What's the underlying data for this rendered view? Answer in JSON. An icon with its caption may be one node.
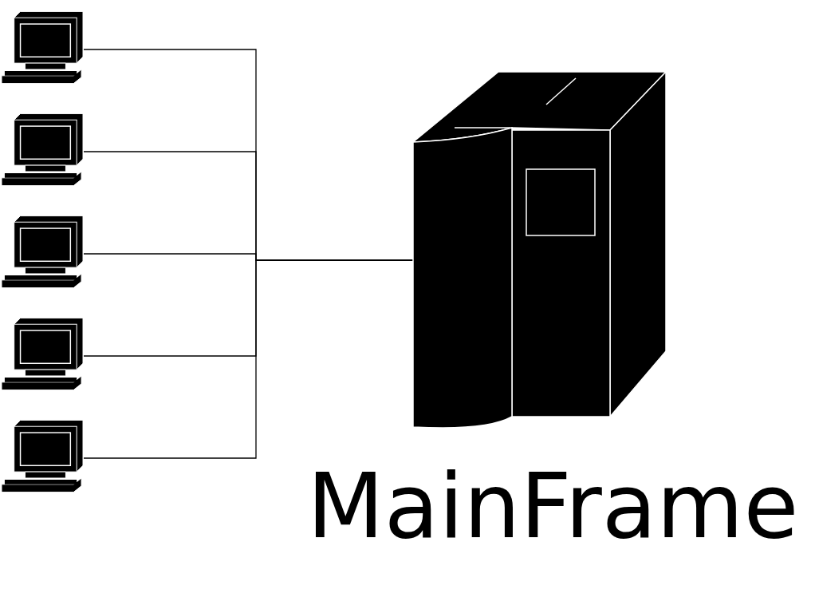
{
  "diagram": {
    "nodes": [
      {
        "text": [],
        "shape": "picture"
      },
      {
        "text": [],
        "shape": "picture"
      },
      {
        "text": [],
        "shape": "picture"
      },
      {
        "text": [],
        "shape": "picture"
      },
      {
        "text": [],
        "shape": "picture"
      },
      {
        "text": [
          "MainFrame"
        ]
      }
    ],
    "edges": [
      {
        "from": 0,
        "to": 5,
        "arrow": "none"
      },
      {
        "from": 1,
        "to": 5,
        "arrow": "none"
      },
      {
        "from": 2,
        "to": 5,
        "arrow": "none"
      },
      {
        "from": 3,
        "to": 5,
        "arrow": "none"
      },
      {
        "from": 4,
        "to": 5,
        "arrow": "none"
      }
    ]
  }
}
